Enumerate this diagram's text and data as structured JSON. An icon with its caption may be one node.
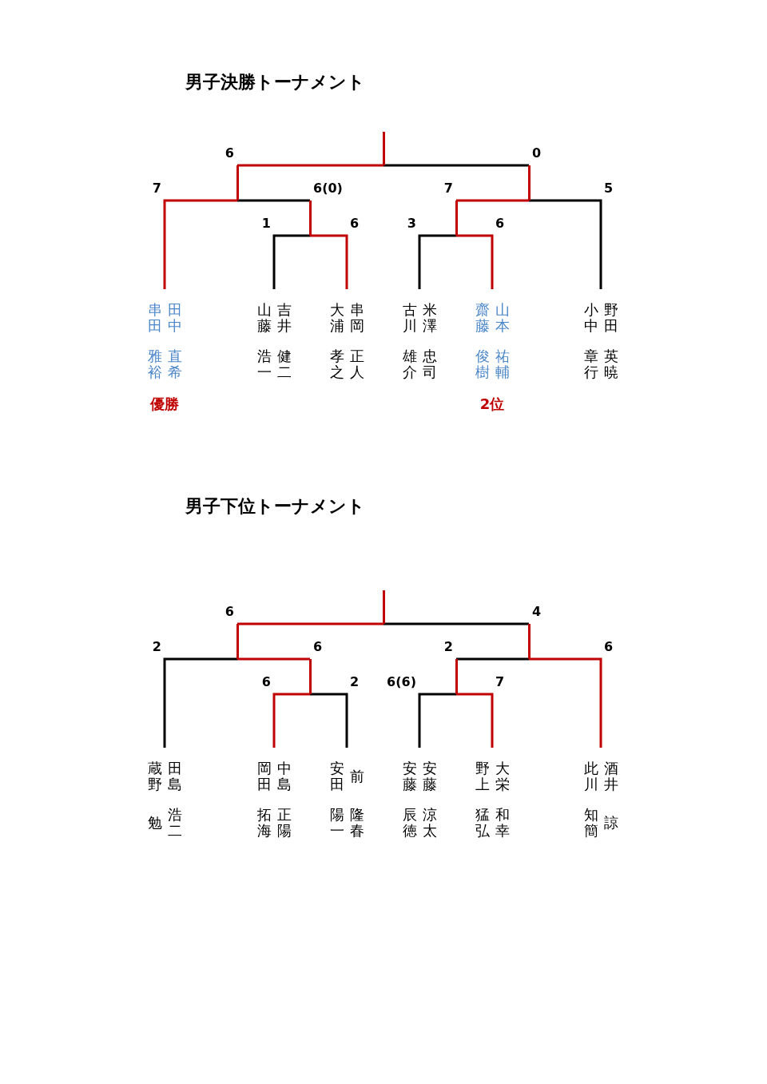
{
  "diagram": {
    "nodes": [
      {
        "text": [],
        "shape": "bar"
      },
      {
        "text": [],
        "shape": "bar"
      },
      {
        "text": [],
        "shape": "bar"
      },
      {
        "text": [],
        "shape": "bar"
      },
      {
        "text": [],
        "shape": "bar"
      },
      {
        "text": [
          "田中",
          "直希",
          "串田",
          "雅裕"
        ],
        "beside": [
          "優勝"
        ]
      },
      {
        "text": [
          "吉井",
          "健二",
          "山藤",
          "浩一"
        ]
      },
      {
        "text": [
          "串岡",
          "正人",
          "大浦",
          "孝之"
        ]
      },
      {
        "text": [
          "米澤",
          "忠司",
          "古川",
          "雄介"
        ]
      },
      {
        "text": [
          "山本",
          "祐輔",
          "齋藤",
          "俊樹"
        ],
        "beside": [
          "2位"
        ]
      },
      {
        "text": [
          "野田",
          "英暁",
          "小中",
          "章行"
        ]
      },
      {
        "text": [],
        "shape": "bar"
      },
      {
        "text": [],
        "shape": "bar"
      },
      {
        "text": [],
        "shape": "bar"
      },
      {
        "text": [],
        "shape": "bar"
      },
      {
        "text": [],
        "shape": "bar"
      },
      {
        "text": [
          "田島",
          "浩二",
          "蔵野",
          "勉"
        ]
      },
      {
        "text": [
          "中島",
          "正陽",
          "岡田",
          "拓海"
        ]
      },
      {
        "text": [
          "前",
          "隆春",
          "安田",
          "陽一"
        ]
      },
      {
        "text": [
          "安藤",
          "涼太",
          "安藤",
          "辰徳"
        ]
      },
      {
        "text": [
          "大栄",
          "和幸",
          "野上",
          "猛弘"
        ]
      },
      {
        "text": [
          "酒井",
          "諒",
          "此川",
          "知簡"
        ]
      }
    ],
    "edges": [
      {
        "from": 1,
        "to": 0,
        "arrow": "none",
        "label": "6",
        "color": "#c00000"
      },
      {
        "from": 2,
        "to": 0,
        "arrow": "none",
        "label": "0",
        "color": "#000000"
      },
      {
        "from": 5,
        "to": 1,
        "arrow": "none",
        "label": "7",
        "color": "#c00000"
      },
      {
        "from": 3,
        "to": 1,
        "arrow": "none",
        "label": "6(0)",
        "color": "#000000"
      },
      {
        "from": 4,
        "to": 2,
        "arrow": "none",
        "label": "7",
        "color": "#c00000"
      },
      {
        "from": 10,
        "to": 2,
        "arrow": "none",
        "label": "5",
        "color": "#000000"
      },
      {
        "from": 6,
        "to": 3,
        "arrow": "none",
        "label": "1",
        "color": "#000000"
      },
      {
        "from": 7,
        "to": 3,
        "arrow": "none",
        "label": "6",
        "color": "#c00000"
      },
      {
        "from": 8,
        "to": 4,
        "arrow": "none",
        "label": "3",
        "color": "#000000"
      },
      {
        "from": 9,
        "to": 4,
        "arrow": "none",
        "label": "6",
        "color": "#c00000"
      },
      {
        "from": 12,
        "to": 11,
        "arrow": "none",
        "label": "6",
        "color": "#c00000"
      },
      {
        "from": 13,
        "to": 11,
        "arrow": "none",
        "label": "4",
        "color": "#000000"
      },
      {
        "from": 16,
        "to": 12,
        "arrow": "none",
        "label": "2",
        "color": "#000000"
      },
      {
        "from": 14,
        "to": 12,
        "arrow": "none",
        "label": "6",
        "color": "#c00000"
      },
      {
        "from": 15,
        "to": 13,
        "arrow": "none",
        "label": "2",
        "color": "#000000"
      },
      {
        "from": 21,
        "to": 13,
        "arrow": "none",
        "label": "6",
        "color": "#c00000"
      },
      {
        "from": 17,
        "to": 14,
        "arrow": "none",
        "label": "6",
        "color": "#c00000"
      },
      {
        "from": 18,
        "to": 14,
        "arrow": "none",
        "label": "2",
        "color": "#000000"
      },
      {
        "from": 19,
        "to": 15,
        "arrow": "none",
        "label": "6(6)",
        "color": "#000000"
      },
      {
        "from": 20,
        "to": 15,
        "arrow": "none",
        "label": "7",
        "color": "#c00000"
      }
    ],
    "labels": [
      "男子決勝トーナメント",
      "男子下位トーナメント"
    ]
  }
}
